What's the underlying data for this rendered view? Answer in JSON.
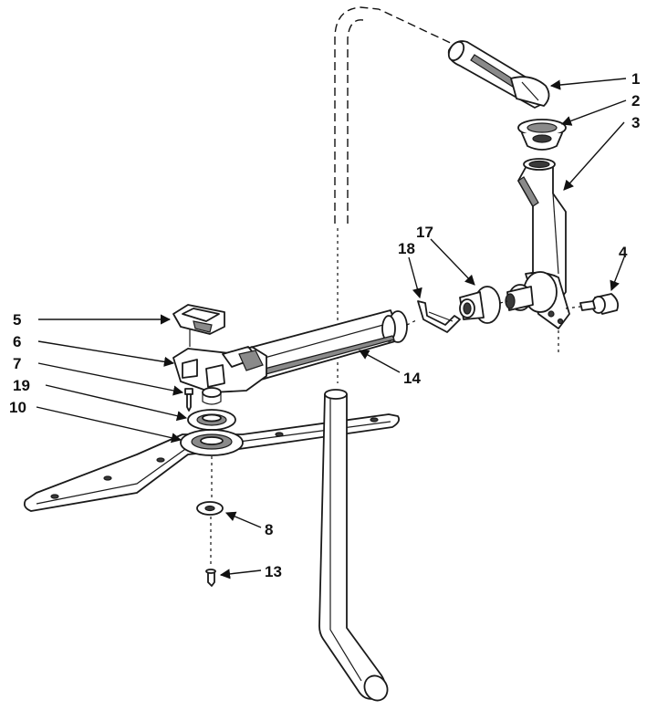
{
  "diagram": {
    "callouts": [
      "1",
      "2",
      "3",
      "4",
      "5",
      "6",
      "7",
      "19",
      "10",
      "17",
      "18",
      "14",
      "8",
      "13"
    ]
  }
}
